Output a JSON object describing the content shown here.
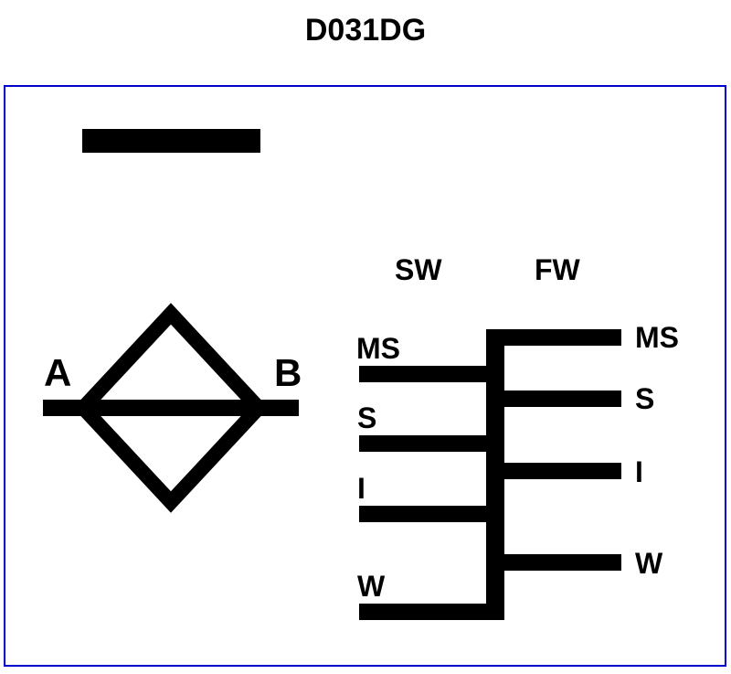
{
  "title": "D031DG",
  "colors": {
    "frame": "#0000cc",
    "ink": "#000000"
  },
  "diagram": {
    "port_a": "A",
    "port_b": "B",
    "sw_header": "SW",
    "fw_header": "FW",
    "sw_labels": [
      "MS",
      "S",
      "I",
      "W"
    ],
    "fw_labels": [
      "MS",
      "S",
      "I",
      "W"
    ]
  }
}
